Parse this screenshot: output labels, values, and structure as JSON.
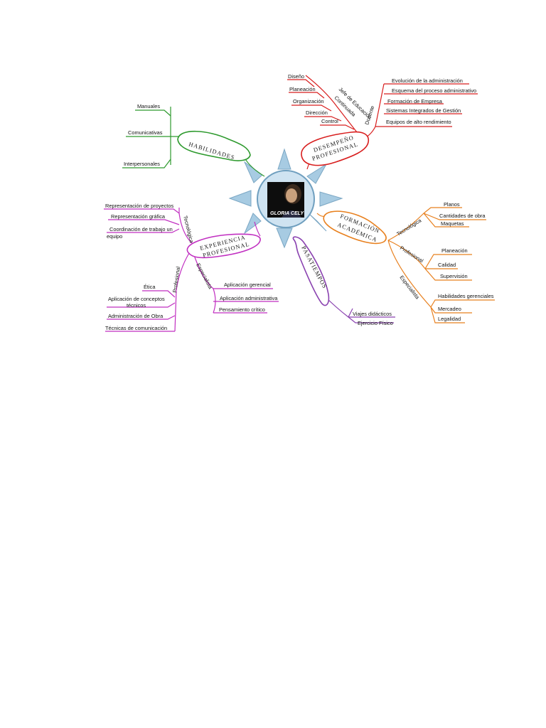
{
  "center": {
    "name": "GLORIA CELY",
    "colors": {
      "ray": "#a7cbe2",
      "ray_stroke": "#7ba7c4",
      "ring": "#cfe3f1",
      "ring_stroke": "#6f9fbf"
    }
  },
  "branches": {
    "habilidades": {
      "title": "HABILIDADES",
      "color": "#2e9a2e",
      "items": [
        "Manuales",
        "Comunicativas",
        "Interpersonales"
      ]
    },
    "desempeno": {
      "title_line1": "DESEMPEÑO",
      "title_line2": "PROFESIONAL",
      "color": "#d81e1e",
      "sub_jefe": "Jefe de Educación",
      "sub_continuada": "Continuada",
      "sub_docente": "Docente",
      "jefe_items": [
        "Diseño",
        "Planeación",
        "Organización",
        "Dirección",
        "Control"
      ],
      "docente_items": [
        "Evolución de la administración",
        "Esquema del proceso administrativo",
        "Formación de Empresa",
        "Sistemas Integrados de Gestión",
        "Equipos de alto rendimiento"
      ]
    },
    "formacion": {
      "title_line1": "FORMACIÓN",
      "title_line2": "ACADÉMICA",
      "color": "#e8801e",
      "sub_tecnologica": "Tecnológica",
      "sub_profesional": "Profesional",
      "sub_especialista": "Especialista",
      "tecnologica_items": [
        "Planos",
        "Cantidades de obra",
        "Maquetas"
      ],
      "profesional_items": [
        "Planeación",
        "Calidad",
        "Supervisión"
      ],
      "especialista_items": [
        "Habilidades gerenciales",
        "Mercadeo",
        "Legalidad"
      ]
    },
    "experiencia": {
      "title_line1": "EXPERIENCIA",
      "title_line2": "PROFESIONAL",
      "color": "#c12fc1",
      "sub_tecnologica": "Tecnológica",
      "sub_profesional": "Profesional",
      "sub_especialista": "Especialista",
      "tecnologica_items": [
        "Representación de proyectos",
        "Representación gráfica",
        "Coordinación de trabajo un",
        "equipo"
      ],
      "profesional_items": [
        "Ética",
        "Aplicación de conceptos",
        "técnicos",
        "Administración de Obra",
        "Técnicas de comunicación"
      ],
      "especialista_items": [
        "Aplicación gerencial",
        "Aplicación administrativa",
        "Pensamiento crítico"
      ]
    },
    "pasatiempos": {
      "title": "PASATIEMPOS",
      "color": "#8a42b0",
      "items": [
        "Viajes didácticos",
        "Ejercicio Físico"
      ]
    }
  }
}
